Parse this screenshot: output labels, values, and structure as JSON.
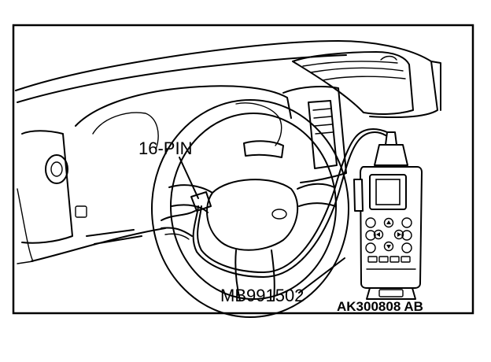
{
  "labels": {
    "connector": "16-PIN",
    "cable": "MB991502",
    "figure_code": "AK300808 AB"
  },
  "colors": {
    "line": "#000000",
    "background": "#ffffff",
    "screen": "#ffffff"
  },
  "icons": {
    "frame": "figure-border",
    "tool": "scan-tool-icon"
  }
}
